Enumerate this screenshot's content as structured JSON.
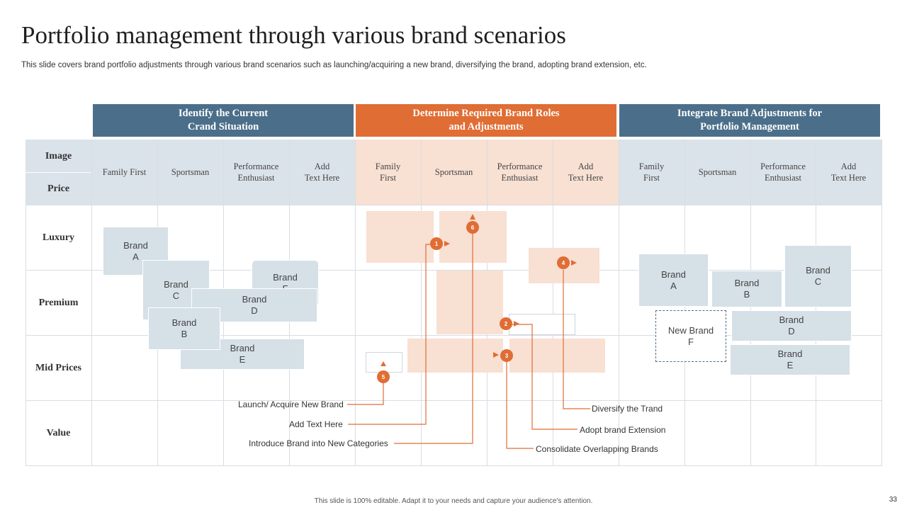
{
  "slide": {
    "title": "Portfolio management through various brand scenarios",
    "subtitle": "This slide covers brand portfolio adjustments through various brand scenarios such as launching/acquiring a new brand, diversifying the brand, adopting brand extension, etc.",
    "footer": "This slide is 100% editable. Adapt it to your needs and capture your audience's attention.",
    "page_number": "33"
  },
  "headers": [
    {
      "label": "Identify the Current\nCrand Situation",
      "color": "#4b6f8a"
    },
    {
      "label": "Determine Required Brand Roles\nand Adjustments",
      "color": "#e06d34"
    },
    {
      "label": "Integrate Brand Adjustments for\nPortfolio Management",
      "color": "#4b6f8a"
    }
  ],
  "row_labels": {
    "image": "Image",
    "price": "Price",
    "luxury": "Luxury",
    "premium": "Premium",
    "mid": "Mid Prices",
    "value": "Value"
  },
  "columns": {
    "s1": [
      "Family First",
      "Sportsman",
      "Performance\nEnthusiast",
      "Add\nText Here"
    ],
    "s2": [
      "Family\nFirst",
      "Sportsman",
      "Performance\nEnthusiast",
      "Add\nText Here"
    ],
    "s3": [
      "Family\nFirst",
      "Sportsman",
      "Performance\nEnthusiast",
      "Add\nText Here"
    ]
  },
  "left_brands": {
    "a": "Brand\nA",
    "c": "Brand\nC",
    "f": "Brand\nF",
    "d": "Brand\nD",
    "b": "Brand\nB",
    "e": "Brand\nE"
  },
  "right_brands": {
    "a": "Brand\nA",
    "b": "Brand\nB",
    "c": "Brand\nC",
    "new_f": "New Brand\nF",
    "d": "Brand\nD",
    "e": "Brand\nE"
  },
  "markers": [
    "1",
    "2",
    "3",
    "4",
    "5",
    "6"
  ],
  "callouts": {
    "launch": "Launch/ Acquire New Brand",
    "add_text": "Add Text Here",
    "introduce": "Introduce Brand into New Categories",
    "diversify": "Diversify the Trand",
    "extension": "Adopt brand Extension",
    "consolidate": "Consolidate Overlapping Brands"
  },
  "colors": {
    "accent_blue": "#4b6f8a",
    "accent_orange": "#e06d34",
    "band_blue": "#dbe3ea",
    "band_peach": "#f8e0d3",
    "brand_box": "#d6e0e7"
  }
}
